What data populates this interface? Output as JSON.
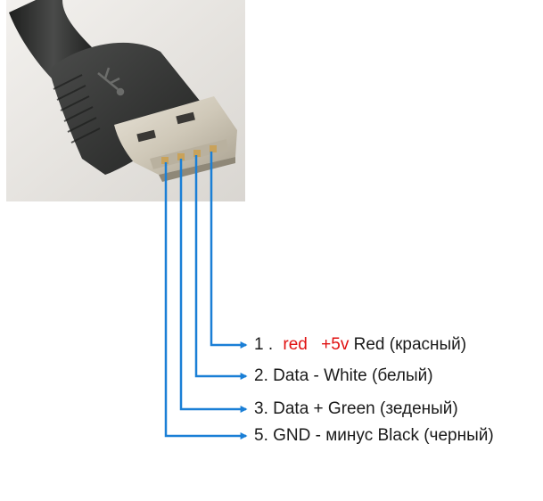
{
  "colors": {
    "wire": "#1a7fd6",
    "accent_red": "#e01010",
    "text": "#1a1a1a",
    "plug_body": "#3a3b3a",
    "metal": "#d8d2c4",
    "gold": "#c9a25a"
  },
  "icons": {
    "plug_logo": "usb-trident-icon"
  },
  "pins": [
    {
      "number": "1 .",
      "color_word": "red",
      "voltage": "+5v",
      "text": "Red (красный)"
    },
    {
      "number": "2.",
      "text": "Data - White (белый)"
    },
    {
      "number": "3.",
      "text": "Data + Green (зеденый)"
    },
    {
      "number": "5.",
      "text": "GND - минус Black (черный)"
    }
  ]
}
